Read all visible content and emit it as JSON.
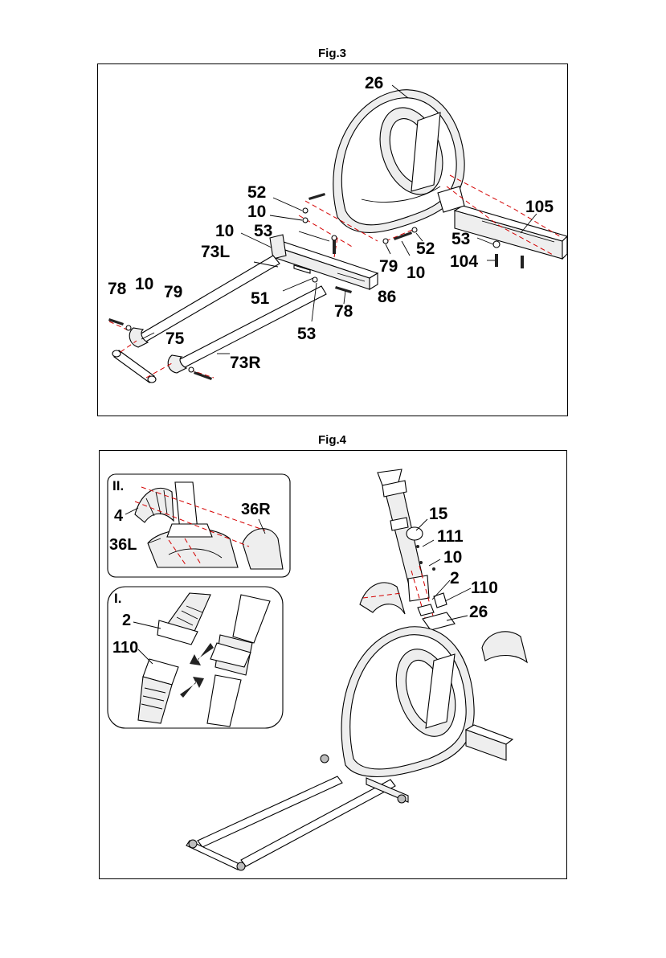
{
  "figures": [
    {
      "title": "Fig.3",
      "callouts": [
        "26",
        "52",
        "10",
        "53",
        "10",
        "73L",
        "105",
        "53",
        "52",
        "104",
        "79",
        "10",
        "78",
        "10",
        "79",
        "51",
        "86",
        "78",
        "53",
        "75",
        "73R"
      ]
    },
    {
      "title": "Fig.4",
      "inset_ii": {
        "title": "II.",
        "callouts": [
          "4",
          "36R",
          "36L"
        ]
      },
      "inset_i": {
        "title": "I.",
        "callouts": [
          "2",
          "110"
        ]
      },
      "callouts": [
        "15",
        "111",
        "10",
        "2",
        "110",
        "26"
      ]
    }
  ],
  "colors": {
    "assembly_dash": "#d40000",
    "line": "#000000"
  }
}
